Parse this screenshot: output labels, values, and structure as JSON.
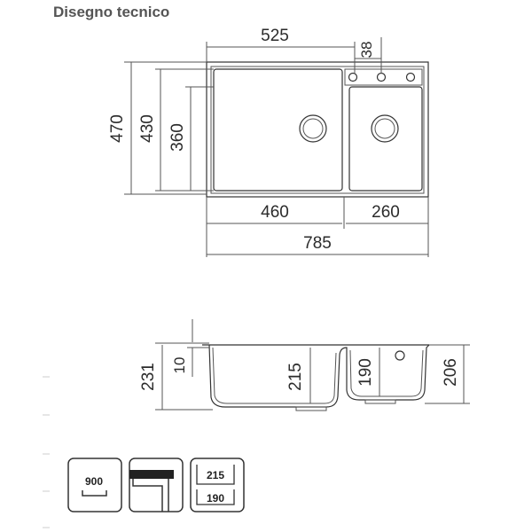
{
  "title": "Disegno tecnico",
  "top_view": {
    "width_total": "785",
    "width_outer": "525",
    "tap_offset": "38",
    "bowl_left": "460",
    "bowl_right": "260",
    "height_total": "470",
    "height_mid": "430",
    "height_bowl": "360"
  },
  "side_view": {
    "height_total": "231",
    "rim": "10",
    "depth_left": "215",
    "depth_right": "190",
    "height_right": "206"
  },
  "icons": {
    "cabinet_label": "900",
    "depth_top": "215",
    "depth_bottom": "190"
  }
}
